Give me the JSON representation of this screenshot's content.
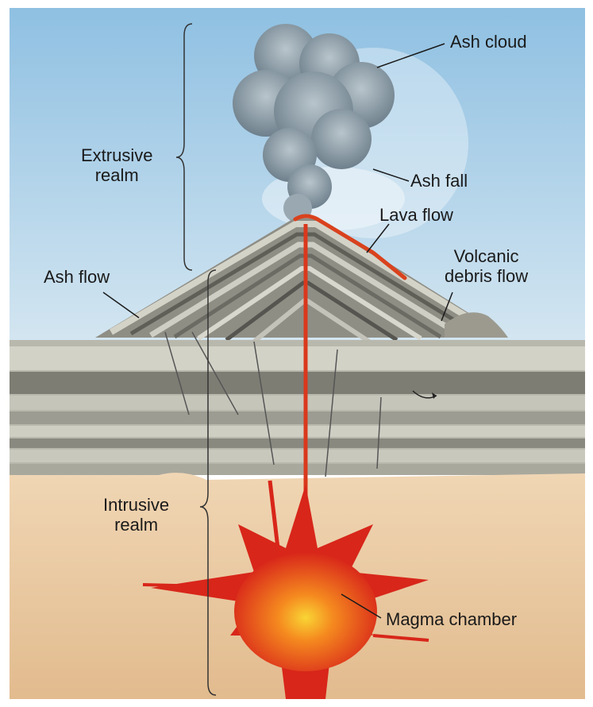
{
  "labels": {
    "ash_cloud": "Ash cloud",
    "ash_fall": "Ash fall",
    "lava_flow": "Lava flow",
    "volcanic_debris_flow_line1": "Volcanic",
    "volcanic_debris_flow_line2": "debris flow",
    "ash_flow": "Ash flow",
    "extrusive_realm_line1": "Extrusive",
    "extrusive_realm_line2": "realm",
    "intrusive_realm_line1": "Intrusive",
    "intrusive_realm_line2": "realm",
    "magma_chamber": "Magma chamber"
  },
  "colors": {
    "sky": "#a9cde6",
    "ash_cloud": "#8a9aa6",
    "strata_light": "#c9c8bd",
    "strata_dark": "#77766d",
    "bedrock": "#e9c9a2",
    "magma": "#e0381c",
    "magma_core": "#f6c42c"
  }
}
